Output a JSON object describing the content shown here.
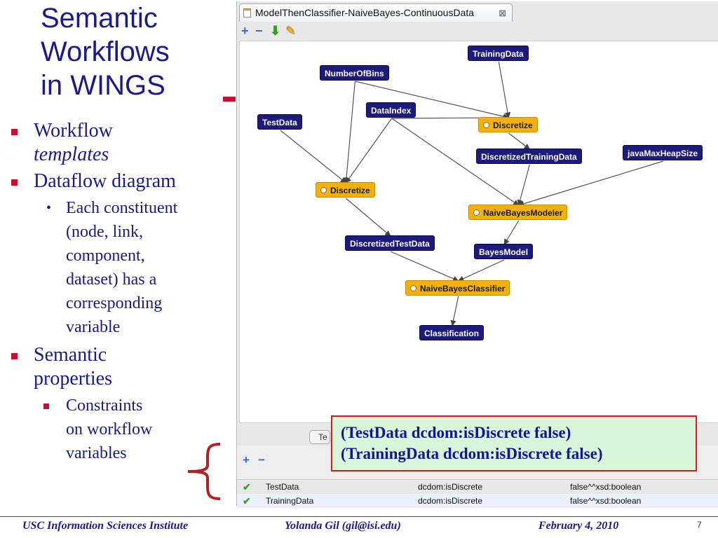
{
  "slide": {
    "title_lines": [
      "Semantic",
      "Workflows",
      "in WINGS"
    ],
    "bullets": {
      "b1_line1": "Workflow",
      "b1_line2": "templates",
      "b2": "Dataflow diagram",
      "b2_sub": [
        "Each constituent",
        "(node, link,",
        "component,",
        "dataset) has a",
        "corresponding",
        "variable"
      ],
      "b3_line1": "Semantic",
      "b3_line2": "properties",
      "b3_sub": [
        "Constraints",
        "on workflow",
        "variables"
      ]
    }
  },
  "window": {
    "tab_title": "ModelThenClassifier-NaiveBayes-ContinuousData",
    "tab_close": "⊠",
    "toolbar": {
      "add": "+",
      "remove": "−",
      "down": "⬇",
      "edit": "✎"
    }
  },
  "graph": {
    "nodes": [
      {
        "id": "TrainingData",
        "label": "TrainingData",
        "kind": "data"
      },
      {
        "id": "NumberOfBins",
        "label": "NumberOfBins",
        "kind": "data"
      },
      {
        "id": "DataIndex",
        "label": "DataIndex",
        "kind": "data"
      },
      {
        "id": "TestData",
        "label": "TestData",
        "kind": "data"
      },
      {
        "id": "Discretize1",
        "label": "Discretize",
        "kind": "component"
      },
      {
        "id": "DiscretizedTrainingData",
        "label": "DiscretizedTrainingData",
        "kind": "data"
      },
      {
        "id": "javaMaxHeapSize",
        "label": "javaMaxHeapSize",
        "kind": "data"
      },
      {
        "id": "Discretize2",
        "label": "Discretize",
        "kind": "component"
      },
      {
        "id": "NaiveBayesModeler",
        "label": "NaiveBayesModeler",
        "kind": "component"
      },
      {
        "id": "DiscretizedTestData",
        "label": "DiscretizedTestData",
        "kind": "data"
      },
      {
        "id": "BayesModel",
        "label": "BayesModel",
        "kind": "data"
      },
      {
        "id": "NaiveBayesClassifier",
        "label": "NaiveBayesClassifier",
        "kind": "component"
      },
      {
        "id": "Classification",
        "label": "Classification",
        "kind": "data"
      }
    ],
    "edges": [
      [
        "TrainingData",
        "Discretize1"
      ],
      [
        "NumberOfBins",
        "Discretize1"
      ],
      [
        "NumberOfBins",
        "Discretize2"
      ],
      [
        "DataIndex",
        "Discretize1"
      ],
      [
        "DataIndex",
        "Discretize2"
      ],
      [
        "DataIndex",
        "NaiveBayesModeler"
      ],
      [
        "TestData",
        "Discretize2"
      ],
      [
        "Discretize1",
        "DiscretizedTrainingData"
      ],
      [
        "DiscretizedTrainingData",
        "NaiveBayesModeler"
      ],
      [
        "javaMaxHeapSize",
        "NaiveBayesModeler"
      ],
      [
        "Discretize2",
        "DiscretizedTestData"
      ],
      [
        "NaiveBayesModeler",
        "BayesModel"
      ],
      [
        "DiscretizedTestData",
        "NaiveBayesClassifier"
      ],
      [
        "BayesModel",
        "NaiveBayesClassifier"
      ],
      [
        "NaiveBayesClassifier",
        "Classification"
      ]
    ]
  },
  "lower_panel": {
    "tab_label": "Te",
    "toolbar": {
      "add": "+",
      "remove": "−"
    },
    "rows": [
      {
        "subject": "TestData",
        "predicate": "dcdom:isDiscrete",
        "object": "false^^xsd:boolean"
      },
      {
        "subject": "TrainingData",
        "predicate": "dcdom:isDiscrete",
        "object": "false^^xsd:boolean"
      }
    ]
  },
  "callout": {
    "line1": "(TestData dcdom:isDiscrete false)",
    "line2": "(TrainingData dcdom:isDiscrete false)"
  },
  "footer": {
    "institute": "USC Information Sciences Institute",
    "author": "Yolanda Gil (gil@isi.edu)",
    "date": "February 4, 2010",
    "page": "7"
  },
  "colors": {
    "title": "#1a1a8c",
    "accent": "#c8102e",
    "data_node": "#1c1a7a",
    "component_node": "#f2b10f",
    "callout_bg": "#d9f5da"
  }
}
